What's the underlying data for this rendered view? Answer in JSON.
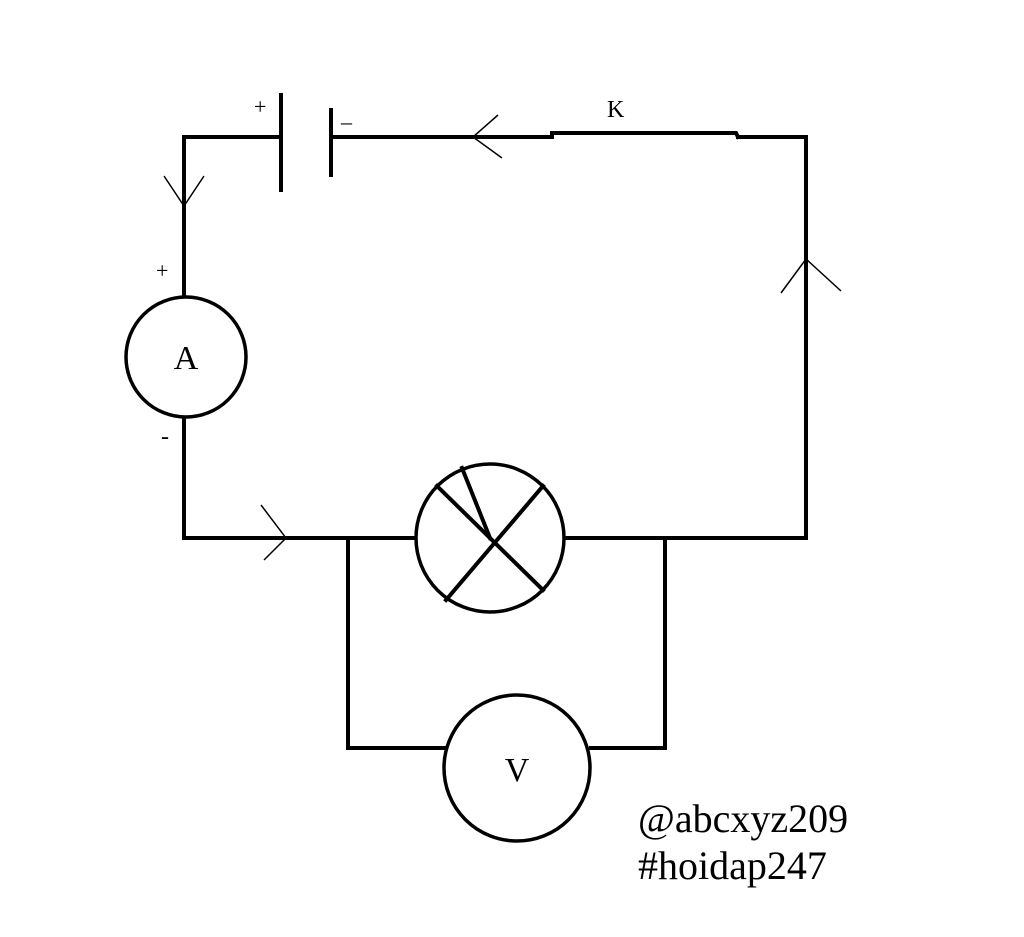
{
  "circuit": {
    "battery": {
      "plus": "+",
      "minus": "–"
    },
    "switch_label": "K",
    "ammeter": {
      "symbol": "A",
      "plus": "+",
      "minus": "-"
    },
    "voltmeter": {
      "symbol": "V"
    },
    "lamp": {}
  },
  "watermark": {
    "line1": "@abcxyz209",
    "line2": "#hoidap247"
  }
}
